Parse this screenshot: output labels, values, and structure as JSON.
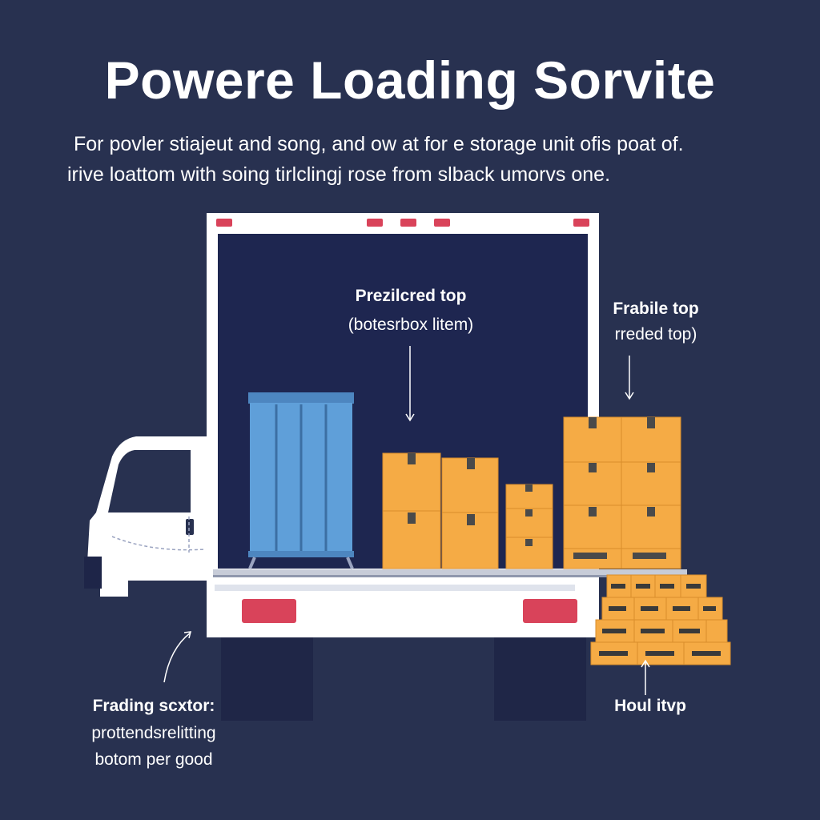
{
  "title": "Powere Loading Sorvite",
  "subtitle_line1": "For povler stiajeut and song, and ow at for e storage unit ofis poat of.",
  "subtitle_line2": "irive loattom with soing tirlclingj rose from slback umorvs one.",
  "label_center": {
    "title": "Prezilcred top",
    "caption": "(botesrbox litem)"
  },
  "label_right": {
    "title": "Frabile top",
    "caption": "rreded top)"
  },
  "label_bottom_left": {
    "title": "Frading scxtor:",
    "line2": "prottendsrelitting",
    "line3": "botom per good"
  },
  "label_bottom_right": {
    "title": "Houl itvp"
  },
  "colors": {
    "background": "#283150",
    "truck_white": "#ffffff",
    "cargo_interior": "#1e2650",
    "box_orange": "#f5ab45",
    "bin_blue": "#5f9fd9",
    "light_red": "#d9435a"
  }
}
